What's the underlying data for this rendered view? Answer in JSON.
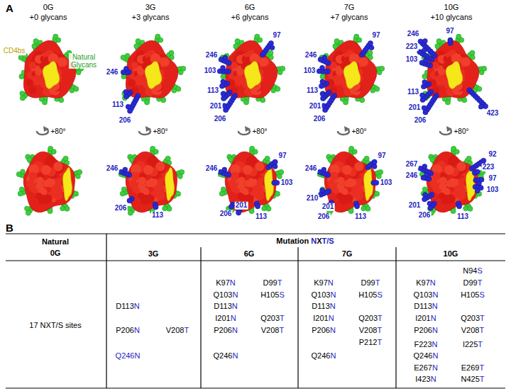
{
  "diagram": {
    "labels": [
      "A",
      "0G",
      "+0 glycans",
      "3G",
      "+3 glycans",
      "6G",
      "+6 glycans",
      "7G",
      "+7 glycans",
      "10G",
      "+10 glycans",
      "CD4bs",
      "Natural Glycans",
      "246",
      "113",
      "206",
      "97",
      "246",
      "103",
      "113",
      "201",
      "206",
      "97",
      "246",
      "103",
      "113",
      "201",
      "206",
      "246",
      "97",
      "223",
      "103",
      "113",
      "201",
      "206",
      "423",
      "+80°",
      "+80°",
      "+80°",
      "+80°",
      "+80°",
      "246",
      "206",
      "113",
      "97",
      "246",
      "103",
      "201",
      "206",
      "113",
      "97",
      "246",
      "103",
      "210",
      "201",
      "206",
      "113",
      "92",
      "267",
      "223",
      "246",
      "97",
      "103",
      "201",
      "206",
      "113",
      "B",
      "Natural",
      "0G",
      "Mutation NXT/S",
      "3G",
      "6G",
      "7G",
      "10G",
      "17 NXT/S sites",
      "D113N",
      "P206N",
      "V208T",
      "Q246N",
      "K97N",
      "D99T",
      "Q103N",
      "H105S",
      "D113N",
      "I201N",
      "Q203T",
      "P206N",
      "V208T",
      "Q246N",
      "K97N",
      "D99T",
      "Q103N",
      "H105S",
      "D113N",
      "I201N",
      "Q203T",
      "P206N",
      "V208T",
      "P212T",
      "Q246N",
      "N94S",
      "K97N",
      "D99T",
      "Q103N",
      "H105S",
      "D113N",
      "I201N",
      "Q203T",
      "P206N",
      "V208T",
      "F223N",
      "I225T",
      "Q246N",
      "E267N",
      "E269T",
      "I423N",
      "N425T"
    ]
  }
}
